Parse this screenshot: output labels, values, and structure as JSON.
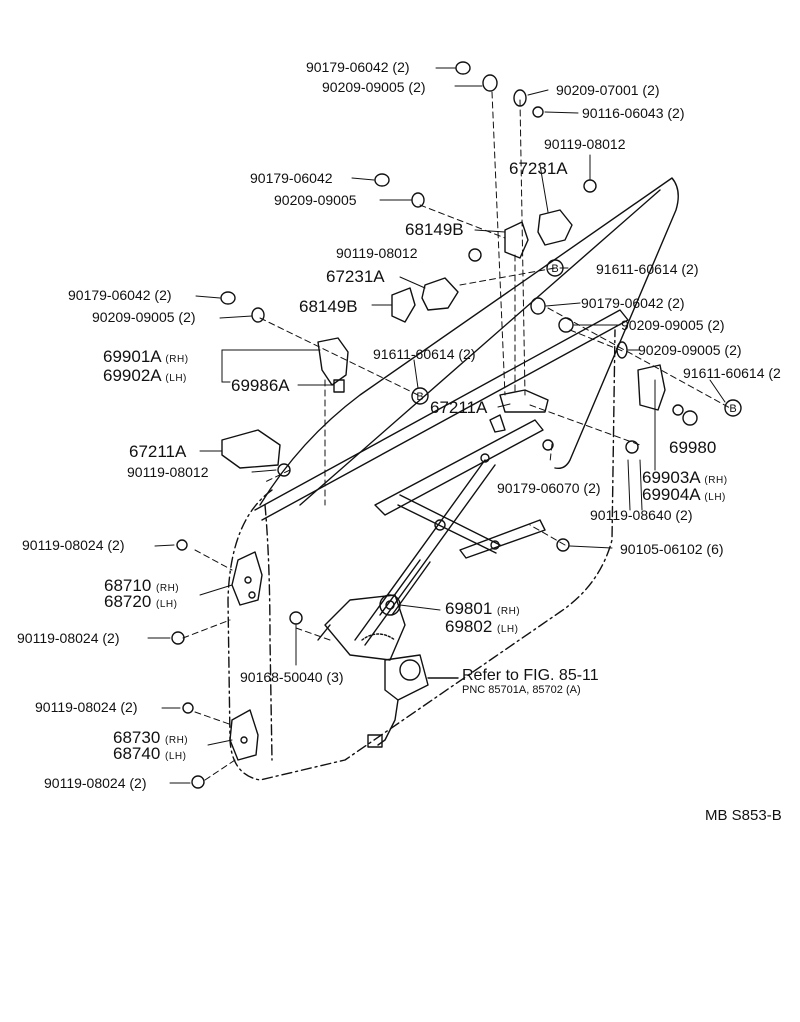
{
  "labels": {
    "l01": "90179-06042 (2)",
    "l02": "90209-09005 (2)",
    "l03": "90209-07001 (2)",
    "l04": "90116-06043 (2)",
    "l05": "90119-08012",
    "l06": "67231A",
    "l07": "90179-06042",
    "l08": "90209-09005",
    "l09": "68149B",
    "l10": "90119-08012",
    "l11": "91611-60614 (2)",
    "l12": "67231A",
    "l13": "90179-06042 (2)",
    "l14": "68149B",
    "l15": "90209-09005 (2)",
    "l16": "90179-06042 (2)",
    "l17": "90209-09005 (2)",
    "l18": "69901A",
    "l18s": "(RH)",
    "l19": "69902A",
    "l19s": "(LH)",
    "l20": "91611-60614 (2)",
    "l21": "90209-09005 (2)",
    "l22": "69986A",
    "l23": "91611-60614 (2",
    "l24": "67211A",
    "l25": "67211A",
    "l26": "69980",
    "l27": "90119-08012",
    "l28": "90179-06070 (2)",
    "l29": "69903A",
    "l29s": "(RH)",
    "l30": "69904A",
    "l30s": "(LH)",
    "l31": "90119-08640 (2)",
    "l32": "90119-08024 (2)",
    "l33": "90105-06102 (6)",
    "l34": "68710",
    "l34s": "(RH)",
    "l35": "68720",
    "l35s": "(LH)",
    "l36": "69801",
    "l36s": "(RH)",
    "l37": "69802",
    "l37s": "(LH)",
    "l38": "90119-08024 (2)",
    "l39": "90168-50040 (3)",
    "l40": "Refer to FIG. 85-11",
    "l41": "PNC 85701A, 85702 (A)",
    "l42": "90119-08024 (2)",
    "l43": "68730",
    "l43s": "(RH)",
    "l44": "68740",
    "l44s": "(LH)",
    "l45": "90119-08024 (2)",
    "l46": "MB  S853-B",
    "callout_b1": "B",
    "callout_b2": "B",
    "callout_b3": "B"
  }
}
